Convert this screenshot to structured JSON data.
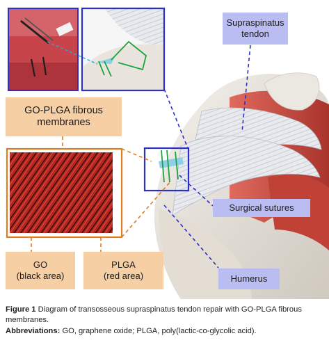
{
  "labels": {
    "supraspinatus": "Supraspinatus tendon",
    "go_plga": "GO-PLGA fibrous membranes",
    "sutures": "Surgical sutures",
    "humerus": "Humerus",
    "go": "GO",
    "go_sub": "(black area)",
    "plga": "PLGA",
    "plga_sub": "(red area)"
  },
  "caption": {
    "figure_label": "Figure 1",
    "figure_text": "Diagram of transosseous supraspinatus tendon repair with GO-PLGA fibrous membranes.",
    "abbrev_label": "Abbreviations:",
    "abbrev_text": "GO, graphene oxide; PLGA, poly(lactic-co-glycolic acid)."
  },
  "colors": {
    "blue_box": "#2a2fc7",
    "orange_box": "#e07d1c",
    "blue_label": "#b9bdf1",
    "orange_label": "#f7cfa5",
    "suture_green": "#1fa33c",
    "muscle_red": "#c8473d",
    "bone": "#e9e4dc"
  }
}
